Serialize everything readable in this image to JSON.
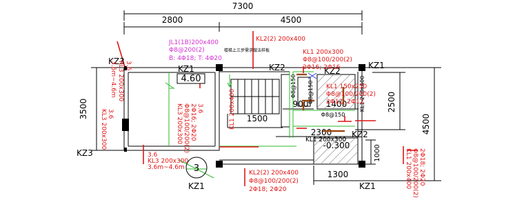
{
  "dims": {
    "total_width": "7300",
    "left_width": "2800",
    "right_width": "4500",
    "left_height": "3500",
    "right_height": "4500",
    "stair_width": "1500",
    "opening_900": "900",
    "opening_1400": "1400",
    "opening_2300": "2300",
    "opening_1300": "1300",
    "height_2500": "2500",
    "height_1000": "1000"
  },
  "columns": {
    "kz3_top": "KZ3",
    "kz1_upper": "KZ1",
    "kz2_mid": "KZ2",
    "kz2_right": "KZ2",
    "kz1_right_top": "KZ1",
    "kz3_left": "KZ3",
    "kz2_low": "KZ2",
    "kz1_bottom": "KZ1",
    "kz1_right_bottom": "KZ1"
  },
  "elevations": {
    "e460": "4.60",
    "e_neg030": "-0.300",
    "e_3": "3",
    "e_36": "3.6"
  },
  "annotations": {
    "jl1_line1": "JL1(1B)200x400",
    "jl1_line2": "Φ8@200(2)",
    "jl1_line3": "B: 4Φ18; T: 4Φ20",
    "kl2_top": "KL2(2) 200x400",
    "note_cn": "楼梯上三步需求做法样板",
    "kl1_top_1": "KL1 200x300",
    "kl1_top_2": "Φ8@100/200(2)",
    "kl1_top_3": "2Φ16; 2Φ16",
    "kl1_mid_1": "KL1 150x250",
    "kl1_mid_2": "Φ8@100/200(2)",
    "kl1_mid_3": "2Φ12; 2Φ12",
    "phi8_150a": "Φ8@150",
    "phi8_150b": "Φ8@150",
    "phi8_150c": "Φ8@150",
    "kl1_low": "KL1 200x300",
    "kl3_bot_1": "3.6",
    "kl3_bot_2": "KL3 200x300",
    "kl3_bot_3": "3.6m~4.6m",
    "kl2_bot_1": "KL2(2) 200x400",
    "kl2_bot_2": "Φ8@100/200(2)",
    "kl2_bot_3": "2Φ18; 2Φ20",
    "kl3_top_1": "3.6m~4.6m",
    "kl3_top_2": "KL3 200x300",
    "kl3_top_3": "3.6",
    "kl3_left_v": "KL3 200x300",
    "kl3_left_v2": "3.6",
    "kl3_mid_v1": "KL3 200x300",
    "kl3_mid_v2": "Φ8@100/200(2)",
    "kl3_mid_v3": "2Φ16; 2Φ20",
    "kl3_mid_v4": "3.6",
    "kl1_mid_v": "KL1 200x400",
    "kl1_right_v1": "KL1 200x400",
    "kl1_right_v2": "Φ8@100/200(2)",
    "kl1_right_v3": "2Φ18; 2Φ20"
  }
}
